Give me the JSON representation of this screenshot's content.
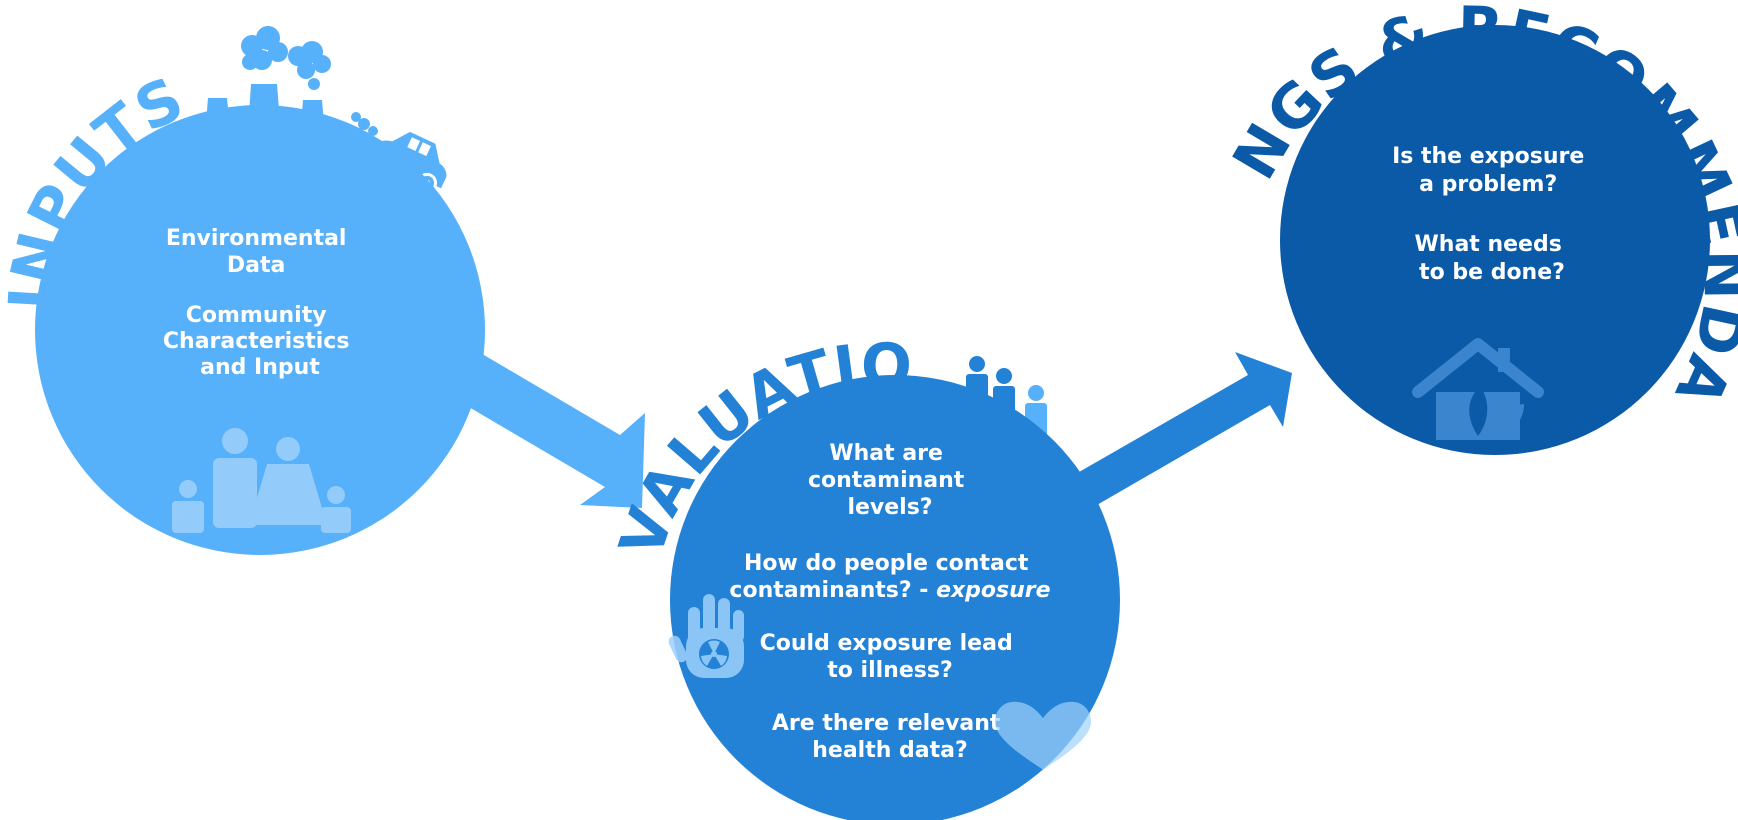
{
  "colors": {
    "background": "#ffffff",
    "inputs_circle": "#56b0fa",
    "inputs_arrow": "#56b0fa",
    "evaluation_circle": "#2381d6",
    "evaluation_arrow": "#2381d6",
    "findings_circle": "#0b5aa8",
    "inputs_title": "#56b0fa",
    "evaluation_title": "#2381d6",
    "findings_title": "#0b5aa8",
    "icon_light": "#9ed1fb"
  },
  "inputs": {
    "title": "INPUTS",
    "lines": [
      "Environmental",
      "Data",
      "Community",
      "Characteristics",
      "and Input"
    ]
  },
  "evaluation": {
    "title": "EVALUATION",
    "q1": [
      "What are",
      "contaminant",
      "levels?"
    ],
    "q2_line1": "How do people contact",
    "q2_line2_main": "contaminants? - ",
    "q2_line2_italic": "exposure",
    "q3": [
      "Could exposure lead",
      "to illness?"
    ],
    "q4": [
      "Are there relevant",
      "health data?"
    ]
  },
  "findings": {
    "title": "FINDINGS & RECOMMENDATIONS",
    "lines": [
      "Is the exposure",
      "a problem?",
      "What needs",
      "to be done?"
    ]
  },
  "icons": {
    "inputs_top": [
      "factory-smokestacks-icon",
      "car-exhaust-icon"
    ],
    "inputs_bottom": "family-icon",
    "evaluation_top": "people-group-icon",
    "evaluation_left": "radiation-hand-icon",
    "evaluation_right": "heart-icon",
    "findings_bottom": "eco-house-icon"
  }
}
